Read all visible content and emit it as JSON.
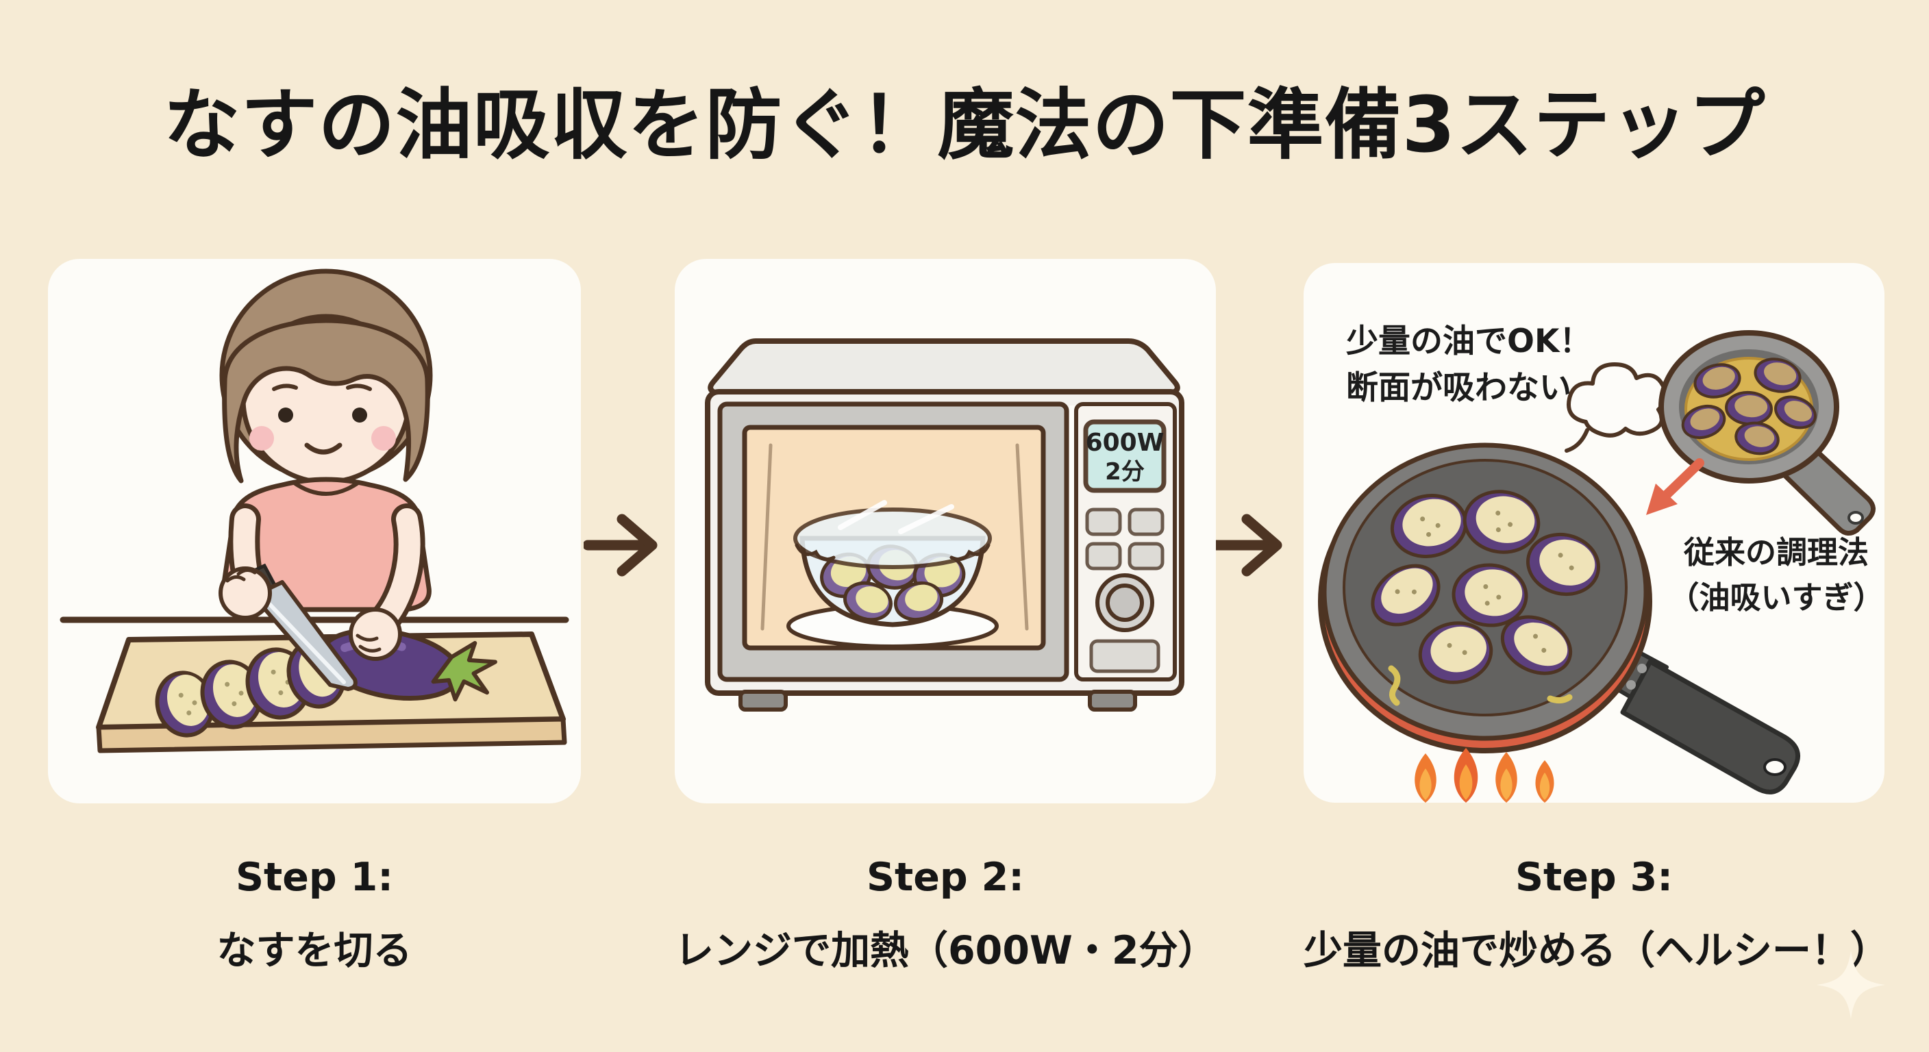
{
  "title": "なすの油吸収を防ぐ！魔法の下準備3ステップ",
  "steps": [
    {
      "label": "Step 1:",
      "caption": "なすを切る"
    },
    {
      "label": "Step 2:",
      "caption": "レンジで加熱（600W・2分）"
    },
    {
      "label": "Step 3:",
      "caption": "少量の油で炒める（ヘルシー！）"
    }
  ],
  "microwave": {
    "display_power": "600W",
    "display_time": "2分"
  },
  "panel3": {
    "callout_line1": "少量の油でOK！",
    "callout_line2": "断面が吸わない",
    "note_line1": "従来の調理法",
    "note_line2": "（油吸いすぎ）"
  },
  "colors": {
    "background": "#f6ebd5",
    "panel": "#fdfcf8",
    "text": "#161616",
    "outline_brown": "#4d3423",
    "flow_arrow": "#4d3423",
    "accent_red_arrow": "#e2674d",
    "eggplant_purple": "#5c3f7d",
    "eggplant_flesh": "#f0e4b4",
    "shirt_pink": "#f4b3a9",
    "skin": "#fbe9dc",
    "hair_brown": "#a88d72",
    "board_tan": "#efdcb2",
    "pan_red": "#d95f43",
    "pan_gray": "#6b6a68",
    "flame_orange": "#ef7a30",
    "oil_yellow": "#d8b452",
    "display_blue": "#cdeae6",
    "sparkle": "#fdf6e7"
  }
}
